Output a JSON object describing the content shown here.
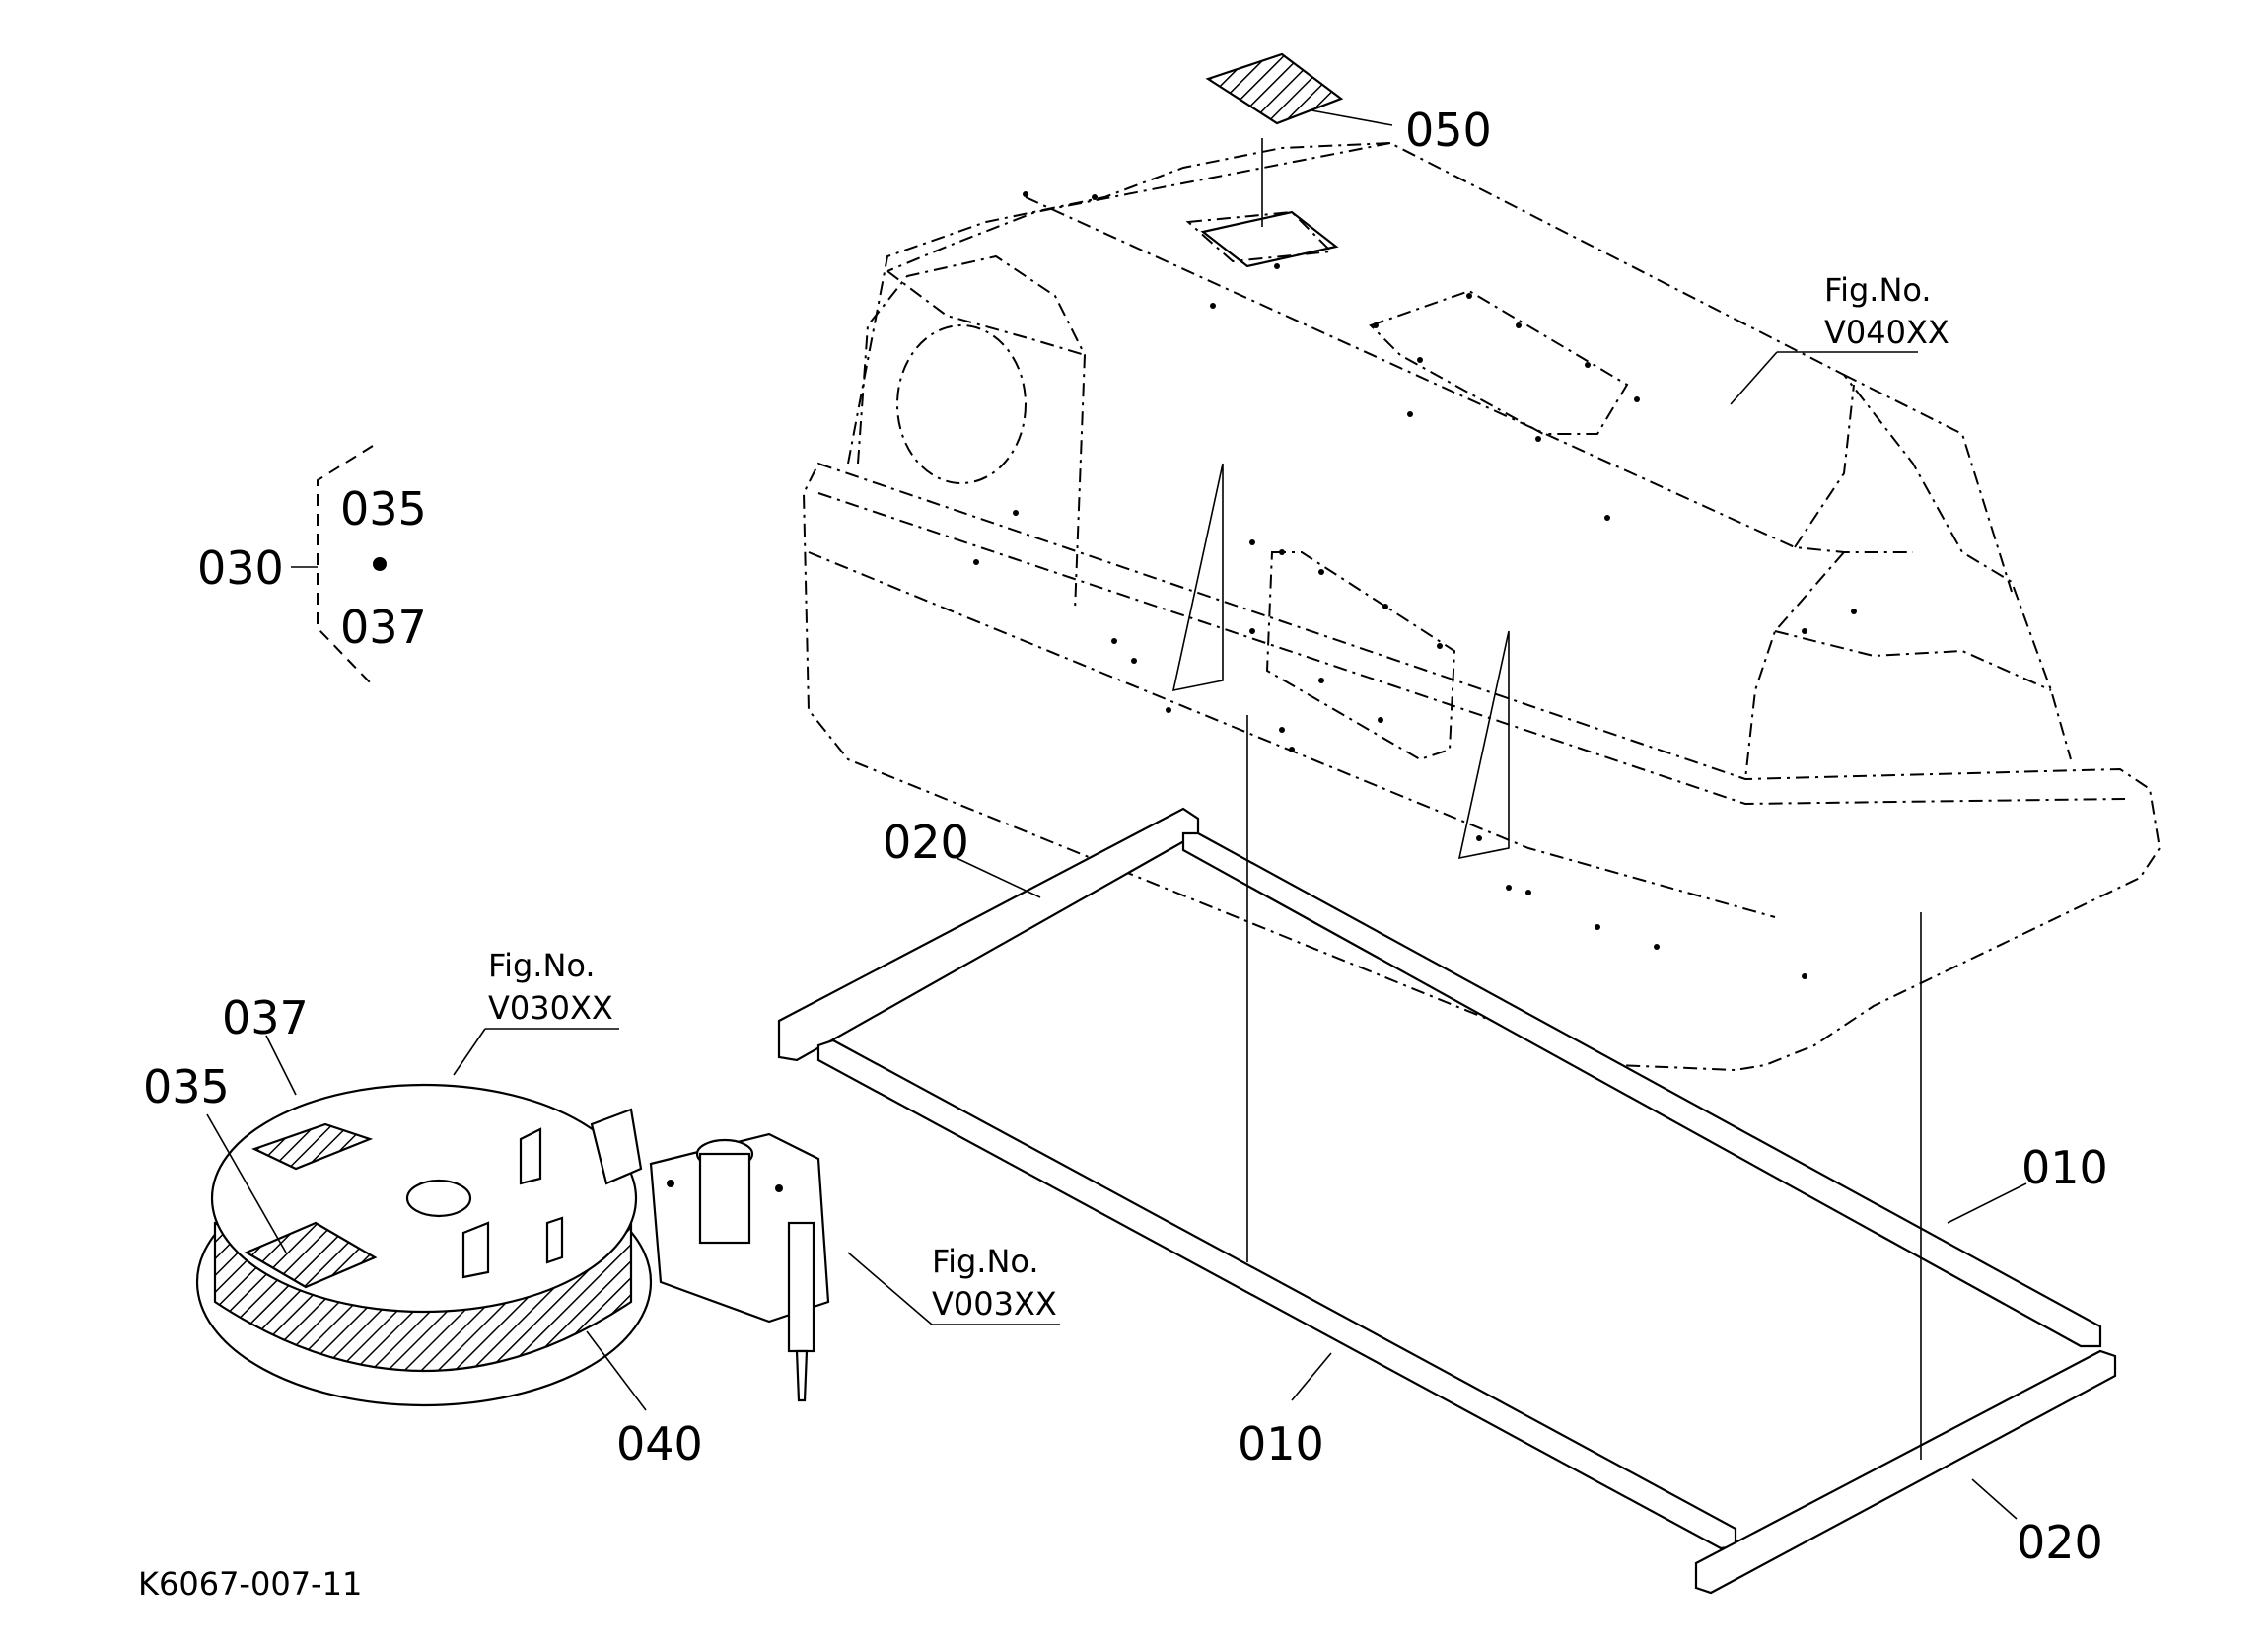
{
  "labels": {
    "p050": "050",
    "p035_legend": "035",
    "p030": "030",
    "p037_legend": "037",
    "p020_top": "020",
    "p037": "037",
    "p035": "035",
    "p040": "040",
    "p010_right": "010",
    "p010_bottom": "010",
    "p020_bottom": "020"
  },
  "figure_refs": {
    "v040": {
      "line1": "Fig.No.",
      "line2": "V040XX"
    },
    "v030": {
      "line1": "Fig.No.",
      "line2": "V030XX"
    },
    "v003": {
      "line1": "Fig.No.",
      "line2": "V003XX"
    }
  },
  "drawing_code": "K6067-007-11"
}
